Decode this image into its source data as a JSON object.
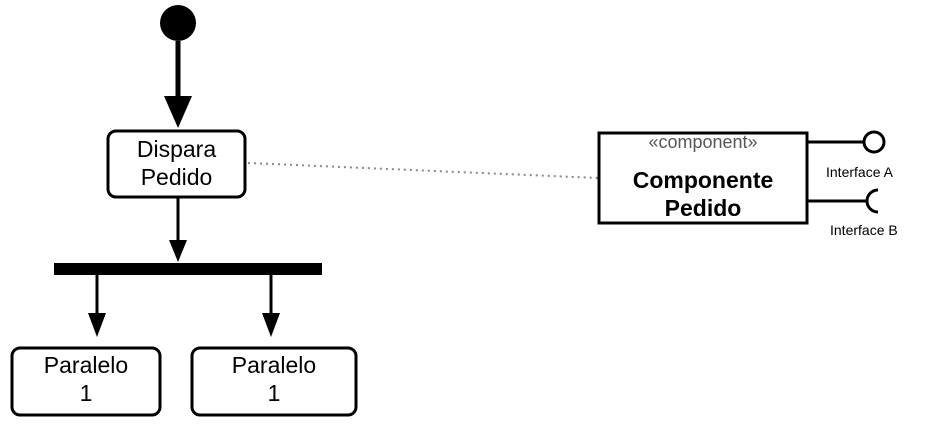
{
  "diagram": {
    "actions": {
      "dispara": {
        "label": "Dispara\nPedido"
      },
      "paralelo_left": {
        "label": "Paralelo\n1"
      },
      "paralelo_right": {
        "label": "Paralelo\n1"
      }
    },
    "component": {
      "stereotype": "«component»",
      "name": "Componente\nPedido"
    },
    "interfaces": {
      "a": {
        "label": "Interface A"
      },
      "b": {
        "label": "Interface B"
      }
    }
  }
}
